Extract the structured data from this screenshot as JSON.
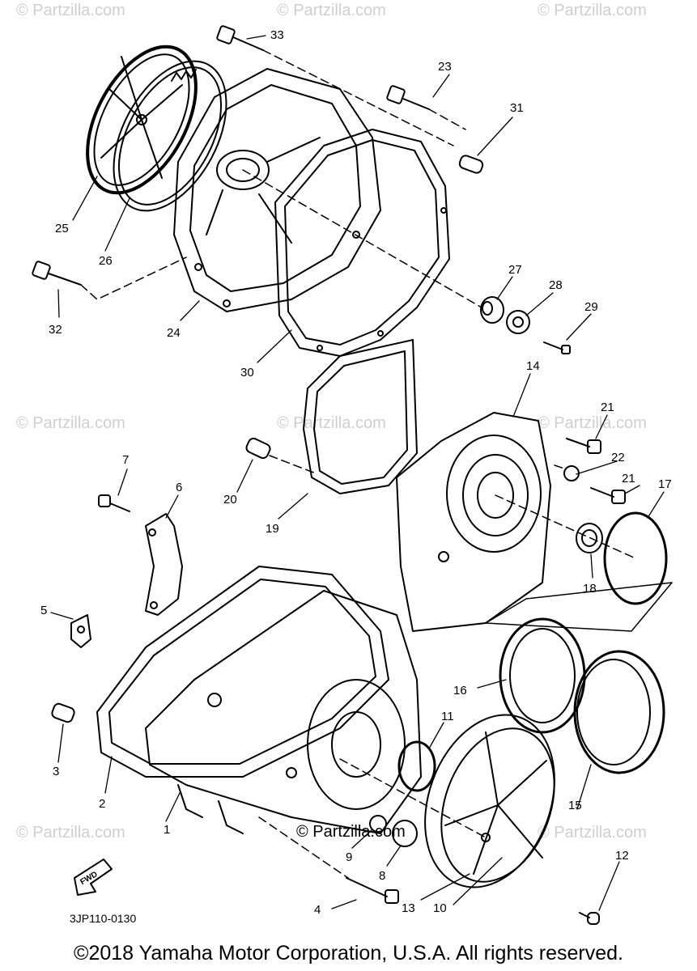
{
  "watermark": "© Partzilla.com",
  "diagram_code": "3JP110-0130",
  "copyright": "©2018 Yamaha Motor Corporation, U.S.A. All rights reserved.",
  "fwd_label": "FWD",
  "callouts": [
    "1",
    "2",
    "3",
    "4",
    "5",
    "6",
    "7",
    "8",
    "9",
    "10",
    "11",
    "12",
    "13",
    "14",
    "15",
    "16",
    "17",
    "18",
    "19",
    "20",
    "21",
    "21",
    "22",
    "23",
    "24",
    "25",
    "26",
    "27",
    "28",
    "29",
    "30",
    "31",
    "32",
    "33"
  ]
}
